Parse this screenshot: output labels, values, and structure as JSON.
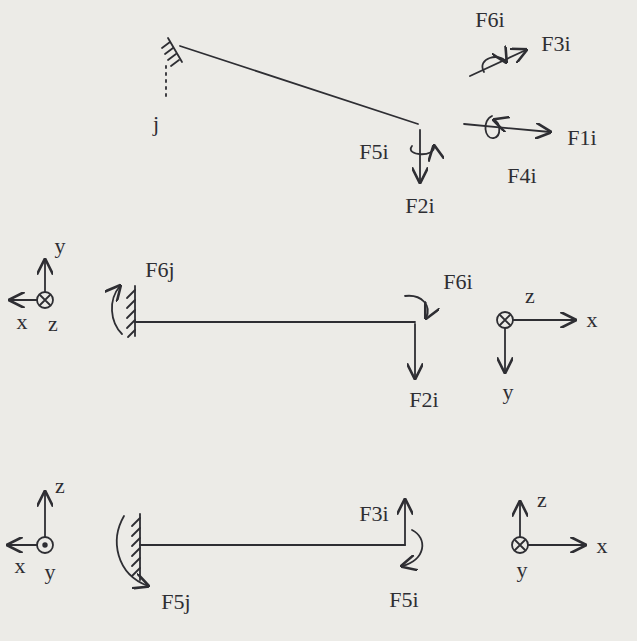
{
  "diagram": {
    "labels": [
      "F6i",
      "F3i",
      "j",
      "F5i",
      "F1i",
      "F4i",
      "F2i",
      "y",
      "F6j",
      "F6i",
      "z",
      "x",
      "x",
      "z",
      "F2i",
      "y",
      "z",
      "F3i",
      "z",
      "x",
      "y",
      "x",
      "y",
      "F5j",
      "F5i"
    ]
  }
}
